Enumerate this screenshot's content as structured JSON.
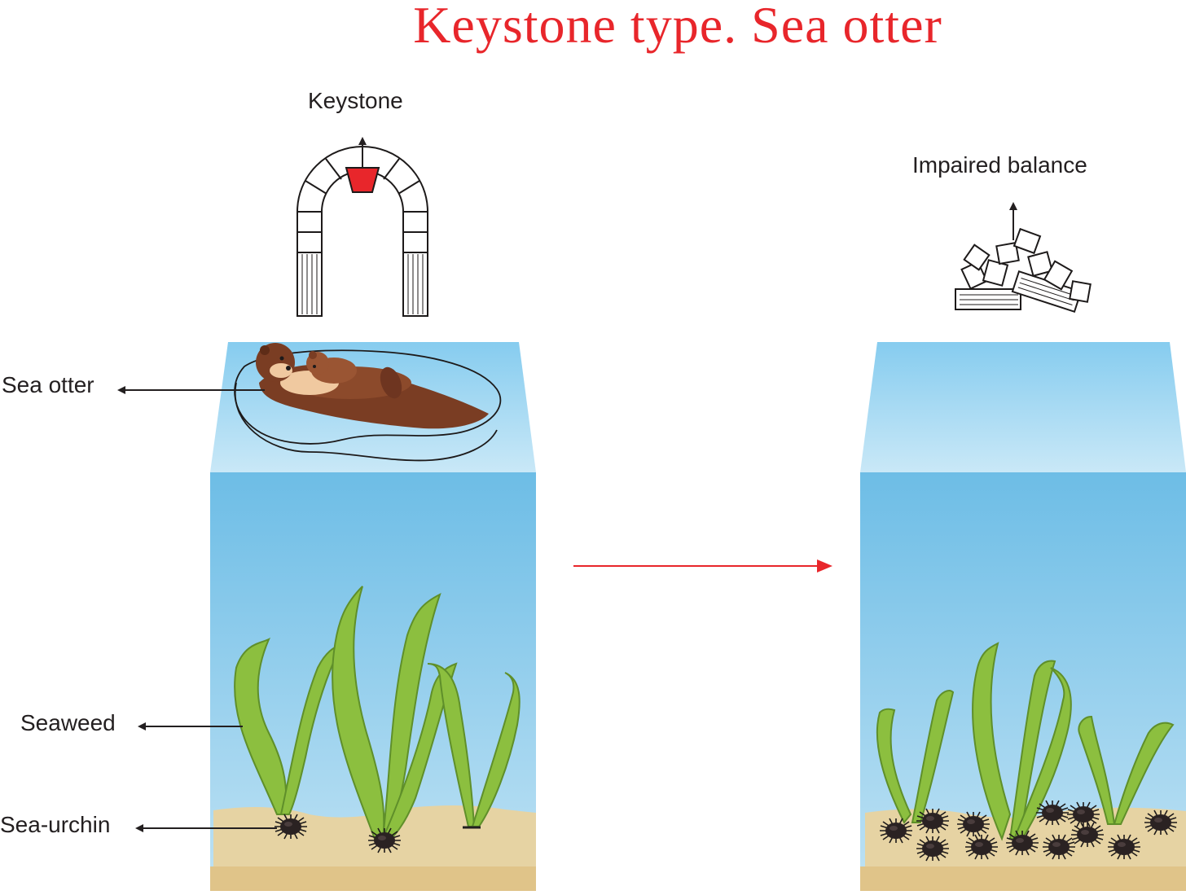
{
  "title": "Keystone type. Sea otter",
  "labels": {
    "keystone": "Keystone",
    "impaired_balance": "Impaired balance",
    "sea_otter": "Sea otter",
    "seaweed": "Seaweed",
    "sea_urchin": "Sea-urchin"
  },
  "colors": {
    "title": "#e8262b",
    "transition_arrow": "#e8262b",
    "keystone_block": "#e8262b",
    "water_deep": "#6dbde6",
    "water_surface": "#8fd0f1",
    "sand": "#e6d3a3",
    "sand_bottom": "#e0c489",
    "seaweed": "#8cbf3f",
    "otter": "#7a3d23"
  },
  "icons": {
    "intact_arch": "arch-icon",
    "collapsed_arch": "collapsed-arch-icon",
    "otter": "sea-otter-icon",
    "urchin": "sea-urchin-icon",
    "kelp": "seaweed-icon"
  }
}
